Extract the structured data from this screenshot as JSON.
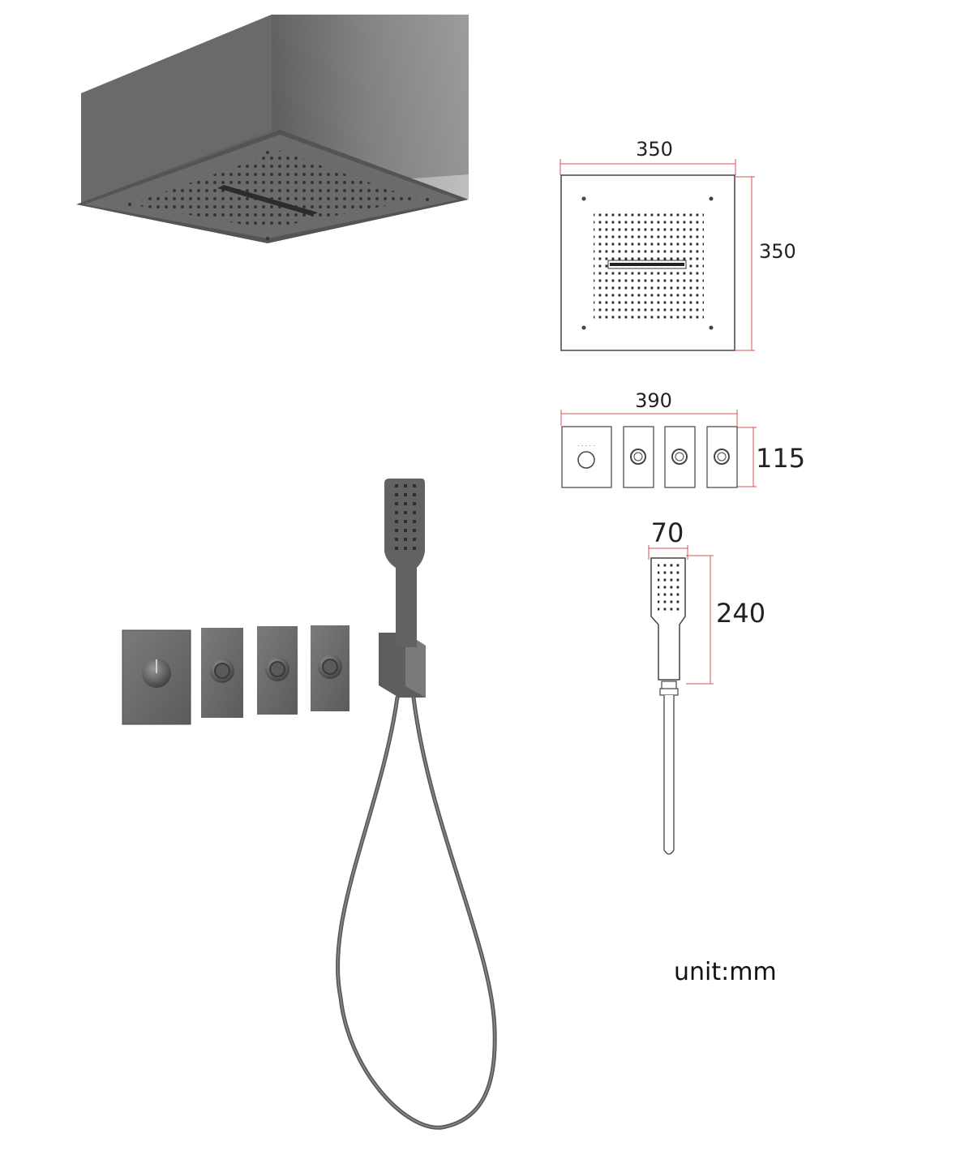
{
  "rain_panel": {
    "width_label": "350",
    "height_label": "350"
  },
  "control_panel": {
    "width_label": "390",
    "height_label": "115"
  },
  "hand_shower": {
    "width_label": "70",
    "height_label": "240"
  },
  "unit_label": "unit:mm",
  "colors": {
    "dimension_line": "#d9505a",
    "outline": "#444444",
    "product_metal": "#6e6e70"
  }
}
